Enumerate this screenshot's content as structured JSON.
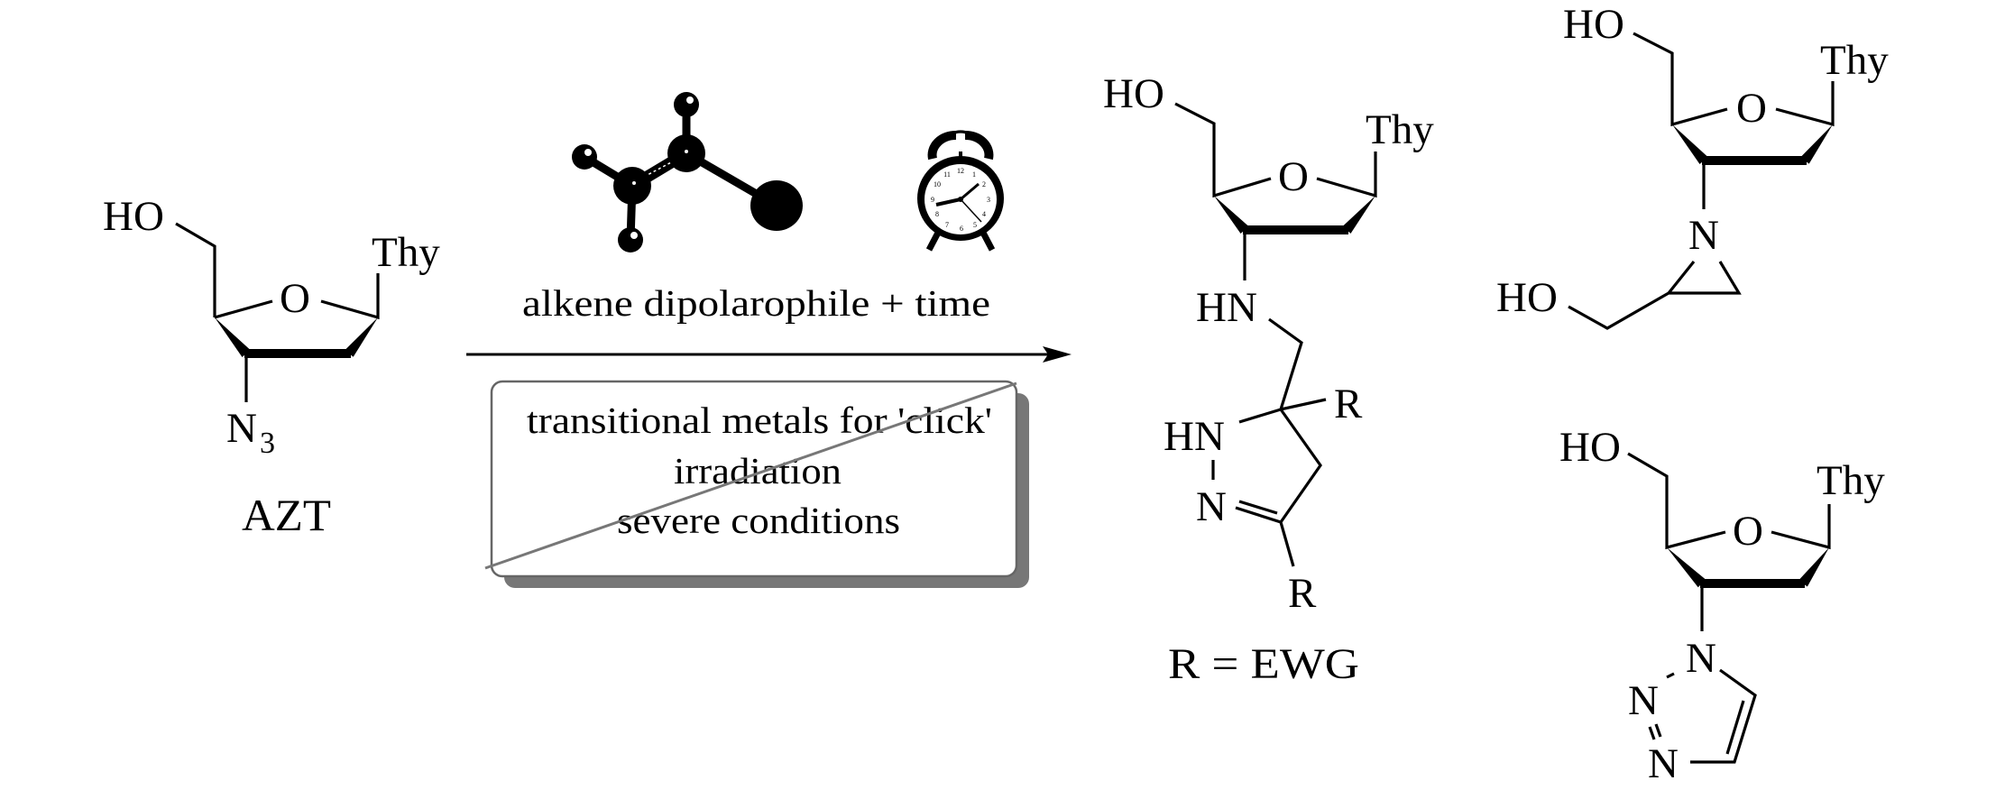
{
  "reactant": {
    "ho": "HO",
    "o": "O",
    "thy": "Thy",
    "n": "N",
    "n_subscript": "3",
    "name": "AZT"
  },
  "conditions": {
    "reagent_text": "alkene dipolarophile  +  time",
    "reagent_r_label": "R",
    "crossed_out": [
      "transitional metals for 'click'",
      "irradiation",
      "severe conditions"
    ]
  },
  "product": {
    "ho": "HO",
    "o": "O",
    "thy": "Thy",
    "hn_linker": "HN",
    "r_top": "R",
    "hn_ring": "HN",
    "n_ring": "N",
    "r_bottom": "R",
    "definition": "R = EWG"
  },
  "aziridine_compound": {
    "ho": "HO",
    "o": "O",
    "thy": "Thy",
    "n": "N",
    "ho_side": "HO"
  },
  "triazole_compound": {
    "ho": "HO",
    "o": "O",
    "thy": "Thy",
    "n1": "N",
    "n2": "N",
    "n3": "N"
  },
  "colors": {
    "r_label": "#f2e600",
    "box_border": "#666666",
    "box_shadow": "#777777",
    "strike": "#777777"
  }
}
